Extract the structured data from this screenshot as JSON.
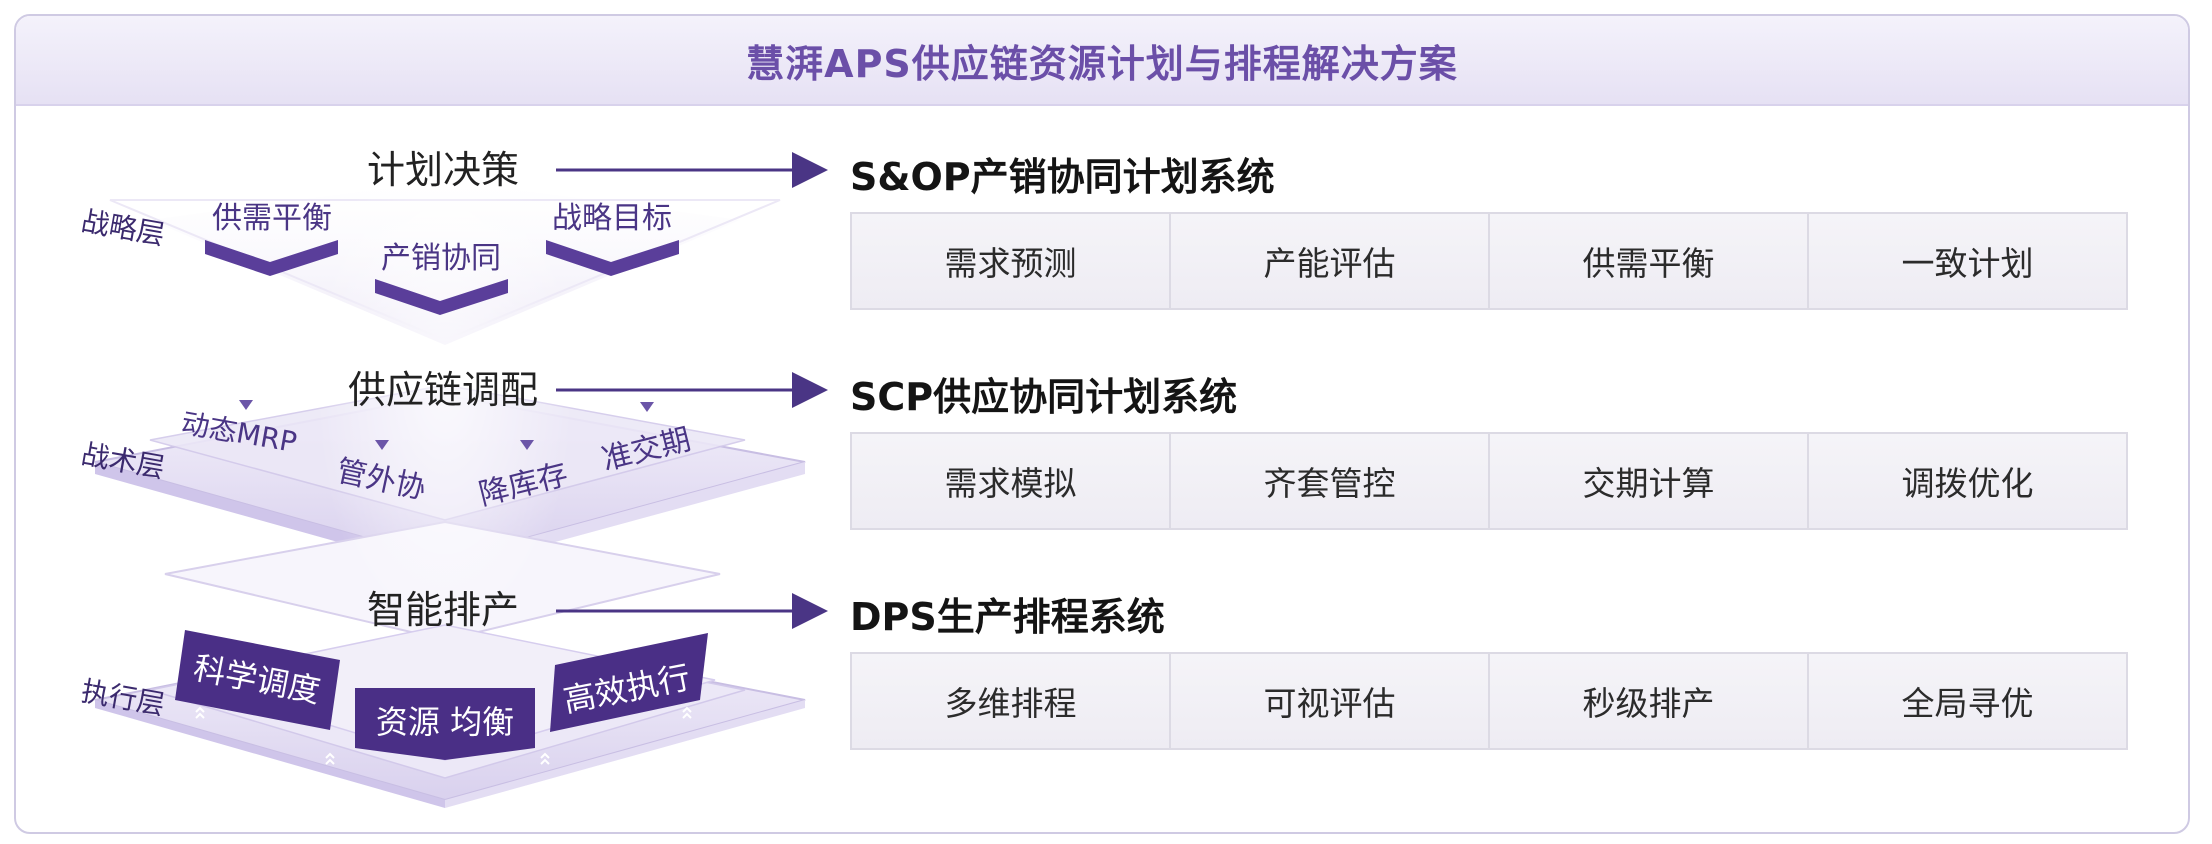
{
  "header": {
    "title": "慧湃APS供应链资源计划与排程解决方案"
  },
  "pyramid": {
    "levels": [
      {
        "layer_label": "战略层",
        "focus": "计划决策",
        "items": [
          "供需平衡",
          "产销协同",
          "战略目标"
        ]
      },
      {
        "layer_label": "战术层",
        "focus": "供应链调配",
        "items": [
          "动态MRP",
          "管外协",
          "降库存",
          "准交期"
        ]
      },
      {
        "layer_label": "执行层",
        "focus": "智能排产",
        "items": [
          "科学调度",
          "资源 均衡",
          "高效执行"
        ]
      }
    ]
  },
  "systems": [
    {
      "title": "S&OP产销协同计划系统",
      "cells": [
        "需求预测",
        "产能评估",
        "供需平衡",
        "一致计划"
      ]
    },
    {
      "title": "SCP供应协同计划系统",
      "cells": [
        "需求模拟",
        "齐套管控",
        "交期计算",
        "调拨优化"
      ]
    },
    {
      "title": "DPS生产排程系统",
      "cells": [
        "多维排程",
        "可视评估",
        "秒级排产",
        "全局寻优"
      ]
    }
  ],
  "colors": {
    "accent": "#5a3e9a",
    "dark_purple": "#4a2f86",
    "header_text": "#6b4fa8",
    "layer_fill": "#e4def3"
  }
}
